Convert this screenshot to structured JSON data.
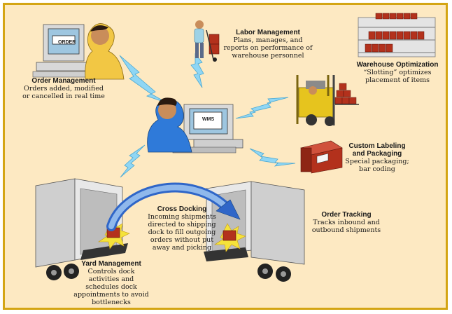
{
  "colors": {
    "background": "#fde9c2",
    "border": "#d4a514",
    "bolt": "#8fd6f4",
    "crate": "#b3311c",
    "forklift": "#e6c41e",
    "shirt": "#2f7ad9"
  },
  "screens": {
    "order": "ORDER",
    "wms": "WMS"
  },
  "nodes": {
    "order_management": {
      "title": "Order Management",
      "desc": "Orders added, modified or cancelled in real time"
    },
    "labor_management": {
      "title": "Labor Management",
      "desc": "Plans, manages, and reports on performance of warehouse personnel"
    },
    "warehouse_optimization": {
      "title": "Warehouse Optimization",
      "desc": "“Slotting” optimizes placement of items"
    },
    "custom_labeling": {
      "title": "Custom Labeling and Packaging",
      "desc": "Special packaging; bar coding"
    },
    "cross_docking": {
      "title": "Cross Docking",
      "desc": "Incoming shipments directed to shipping dock to fill outgoing orders without put away and picking"
    },
    "order_tracking": {
      "title": "Order Tracking",
      "desc": "Tracks inbound and outbound shipments"
    },
    "yard_management": {
      "title": "Yard Management",
      "desc": "Controls dock activities and schedules dock appointments to avoid bottlenecks"
    }
  }
}
